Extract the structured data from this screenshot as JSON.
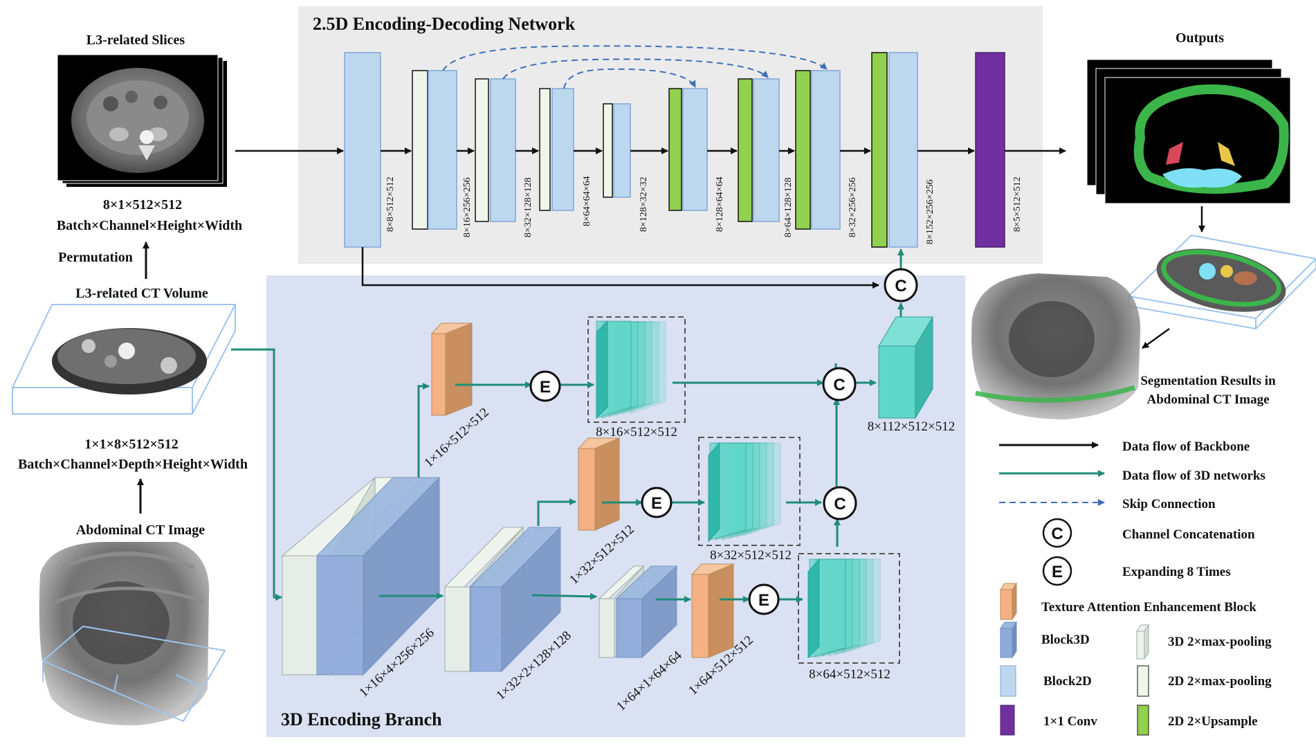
{
  "panels": {
    "decoder_title": "2.5D Encoding-Decoding Network",
    "encoder3d_title": "3D Encoding Branch"
  },
  "left": {
    "slices_title": "L3-related Slices",
    "slices_shape": "8×1×512×512",
    "slices_axes": "Batch×Channel×Height×Width",
    "permutation": "Permutation",
    "volume_title": "L3-related CT Volume",
    "volume_shape": "1×1×8×512×512",
    "volume_axes": "Batch×Channel×Depth×Height×Width",
    "image_title": "Abdominal CT Image"
  },
  "right": {
    "outputs_title": "Outputs",
    "seg_line1": "Segmentation Results in",
    "seg_line2": "Abdominal CT Image"
  },
  "decoder_dims": [
    "8×8×512×512",
    "8×16×256×256",
    "8×32×128×128",
    "8×64×64×64",
    "8×128×32×32",
    "8×128×64×64",
    "8×64×128×128",
    "8×32×256×256",
    "8×152×256×256",
    "8×5×512×512"
  ],
  "encoder_dims": {
    "block1": "1×16×4×256×256",
    "block2": "1×32×2×128×128",
    "block3": "1×64×1×64×64",
    "tae1": "1×16×512×512",
    "tae2": "1×32×512×512",
    "tae3": "1×64×512×512",
    "exp1": "8×16×512×512",
    "exp2": "8×32×512×512",
    "exp3": "8×64×512×512",
    "concat": "8×112×512×512"
  },
  "symbols": {
    "concat": "C",
    "expand": "E"
  },
  "legend": {
    "backbone": "Data flow of Backbone",
    "flow3d": "Data flow of 3D networks",
    "skip": "Skip Connection",
    "concat": "Channel Concatenation",
    "expand": "Expanding 8 Times",
    "tae": "Texture Attention Enhancement Block",
    "block3d": "Block3D",
    "maxpool3d": "3D 2×max-pooling",
    "block2d": "Block2D",
    "maxpool2d": "2D 2×max-pooling",
    "conv1x1": "1×1 Conv",
    "upsample": "2D 2×Upsample"
  },
  "colors": {
    "decoder_bg": "#ebebeb",
    "encoder_bg": "#d9e1f2",
    "block2d": "#bdd7ee",
    "block3d": "#8faadc",
    "upsample": "#92d050",
    "conv1x1": "#7030a0",
    "tae": "#f4b183",
    "expanded": "#5ed6c8",
    "flow3d": "#1e8c78",
    "skip": "#3d6fb8",
    "mask_green": "#3bb54a",
    "mask_red": "#d9485a",
    "mask_yellow": "#e8c64a",
    "mask_cyan": "#7fe0f5"
  }
}
